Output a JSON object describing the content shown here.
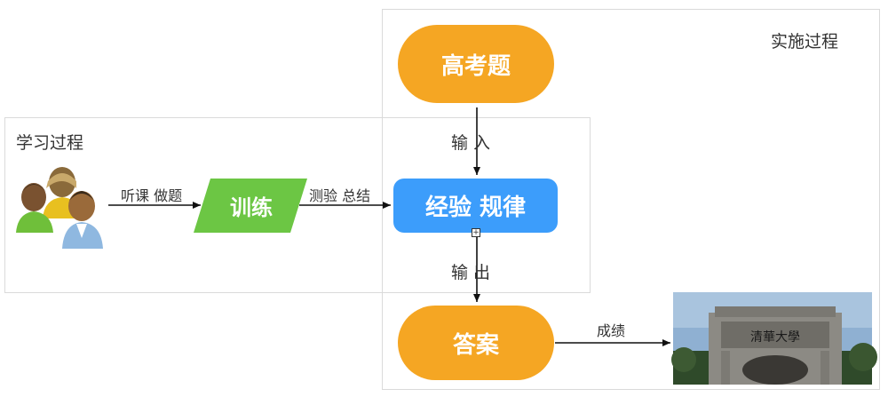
{
  "frames": {
    "implementation_title": "实施过程",
    "learning_title": "学习过程"
  },
  "nodes": {
    "exam": "高考题",
    "training": "训练",
    "experience": "经验 规律",
    "answer": "答案"
  },
  "edges": {
    "listen_do": "听课 做题",
    "test_summary": "测验 总结",
    "input": "输入",
    "output": "输出",
    "score": "成绩"
  },
  "icons": {
    "people": "people-group-icon",
    "gate": "tsinghua-gate-photo",
    "gate_inscription": "清华大学"
  },
  "colors": {
    "orange": "#F5A623",
    "blue": "#3C9DFB",
    "green": "#6CC644"
  }
}
